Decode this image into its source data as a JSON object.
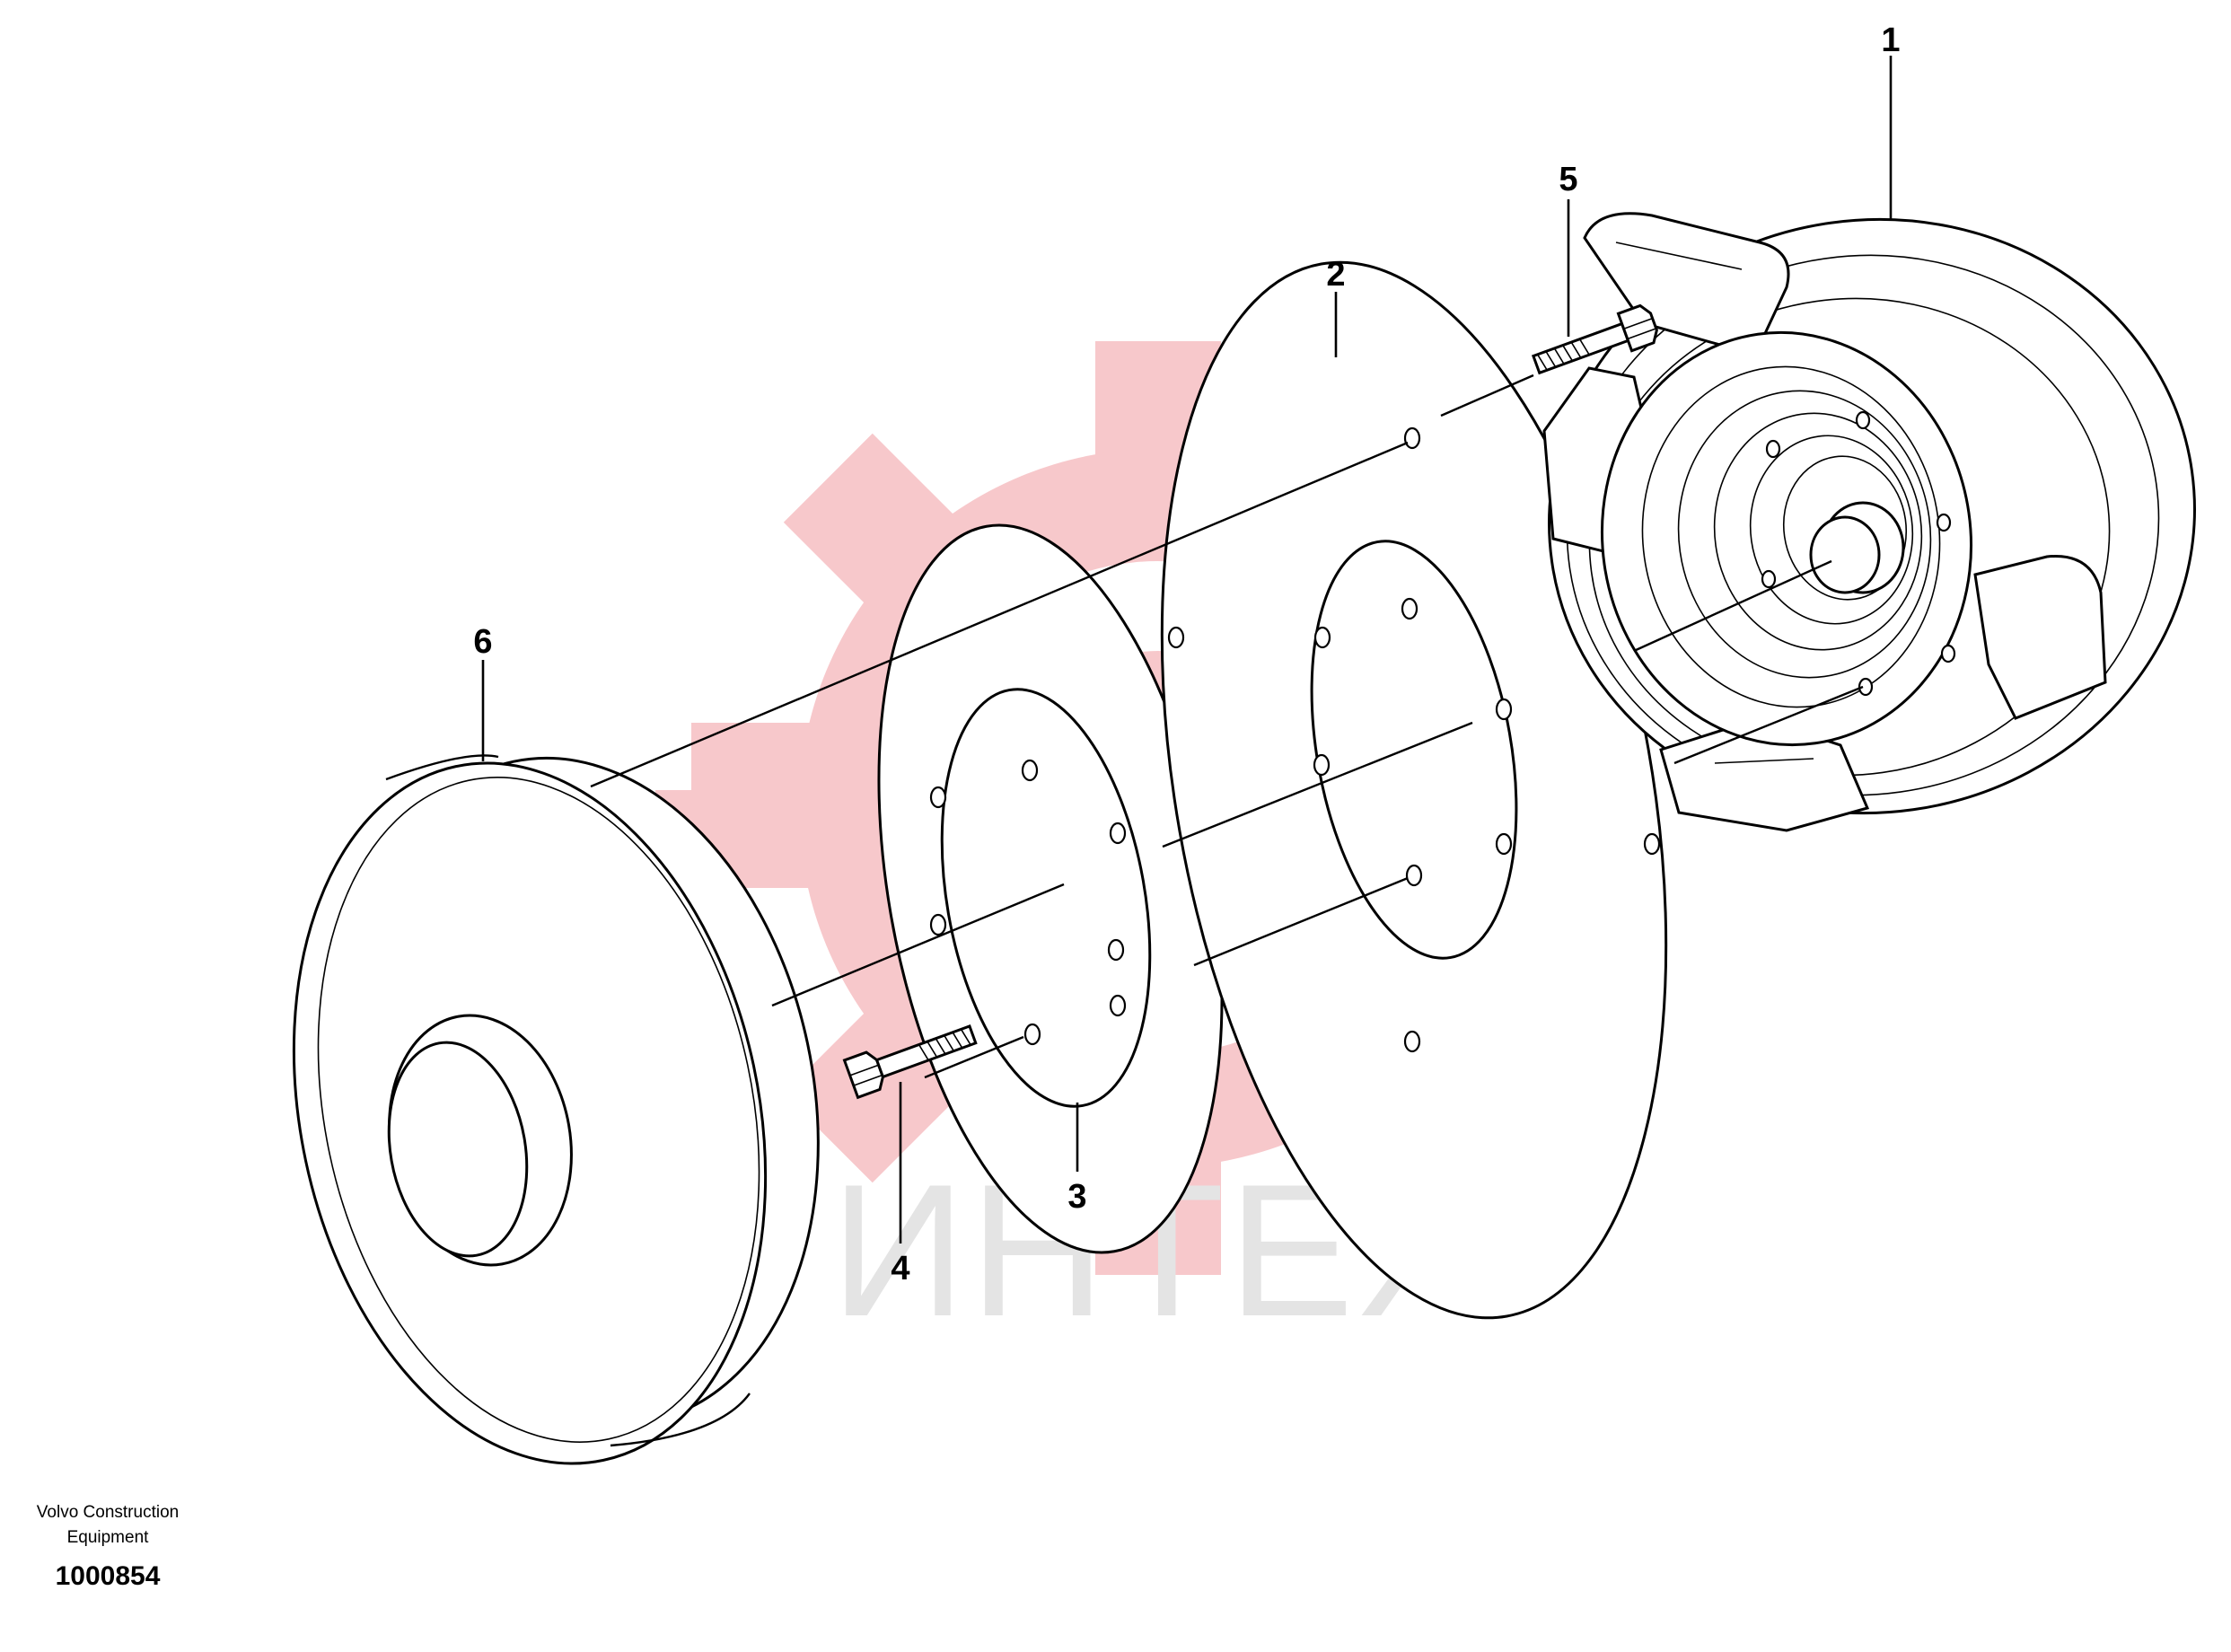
{
  "callouts": {
    "c1": "1",
    "c2": "2",
    "c3": "3",
    "c4": "4",
    "c5": "5",
    "c6": "6"
  },
  "footer": {
    "company_line1": "Volvo Construction",
    "company_line2": "Equipment",
    "drawing_number": "1000854"
  },
  "watermark": {
    "text": "ИНТЕХ",
    "logo_color": "#f7c6c9",
    "text_color": "#e3e3e3"
  }
}
